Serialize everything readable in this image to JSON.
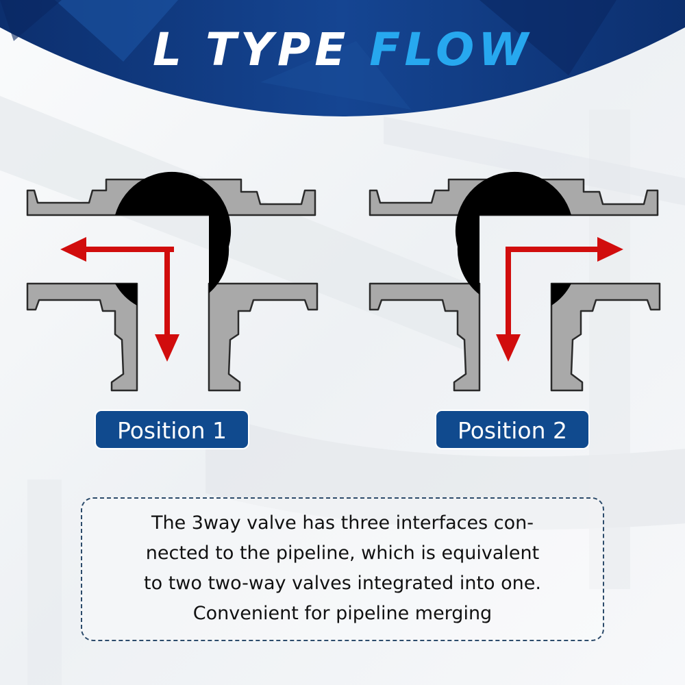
{
  "title": {
    "word1": "L TYPE",
    "word2": "FLOW"
  },
  "colors": {
    "banner_dark": "#0c2f6e",
    "banner_mid": "#1b4f9e",
    "accent": "#27a8ef",
    "valve_body": "#a9a9a9",
    "ball": "#000000",
    "arrow": "#d10d0d",
    "label_bg": "#104a8e"
  },
  "positions": [
    {
      "label": "Position 1",
      "flow": "left-and-down"
    },
    {
      "label": "Position 2",
      "flow": "right-and-down"
    }
  ],
  "description": {
    "lines": [
      "The 3way valve has three interfaces con-",
      "nected to the pipeline, which is equivalent",
      "to two two-way valves integrated into one.",
      "Convenient for pipeline merging"
    ]
  }
}
